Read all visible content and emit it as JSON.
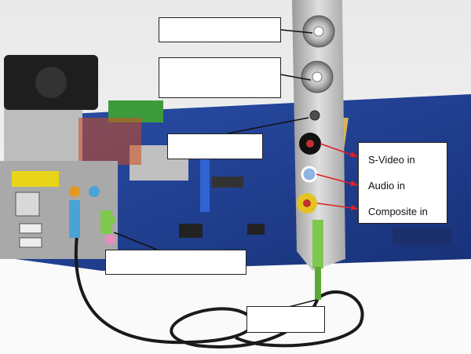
{
  "legend": {
    "items": [
      {
        "label": "S-Video in",
        "connector_icon": "svideo-port-icon",
        "arrow_color": "#e02020"
      },
      {
        "label": "Audio in",
        "connector_icon": "audio-port-icon",
        "arrow_color": "#e02020"
      },
      {
        "label": "Composite in",
        "connector_icon": "composite-port-icon",
        "arrow_color": "#e02020"
      }
    ]
  },
  "callouts": [
    {
      "name": "callout-top",
      "text": ""
    },
    {
      "name": "callout-second",
      "text": ""
    },
    {
      "name": "callout-middle",
      "text": ""
    },
    {
      "name": "callout-lower-left",
      "text": ""
    },
    {
      "name": "callout-bottom",
      "text": ""
    }
  ],
  "colors": {
    "motherboard": "#1e3a8a",
    "bracket": "#c9c9c9",
    "cable": "#1a1a1a",
    "green_plug": "#7ec850",
    "blue_plug": "#4aa3d6",
    "accent_arrow": "#e02020"
  }
}
